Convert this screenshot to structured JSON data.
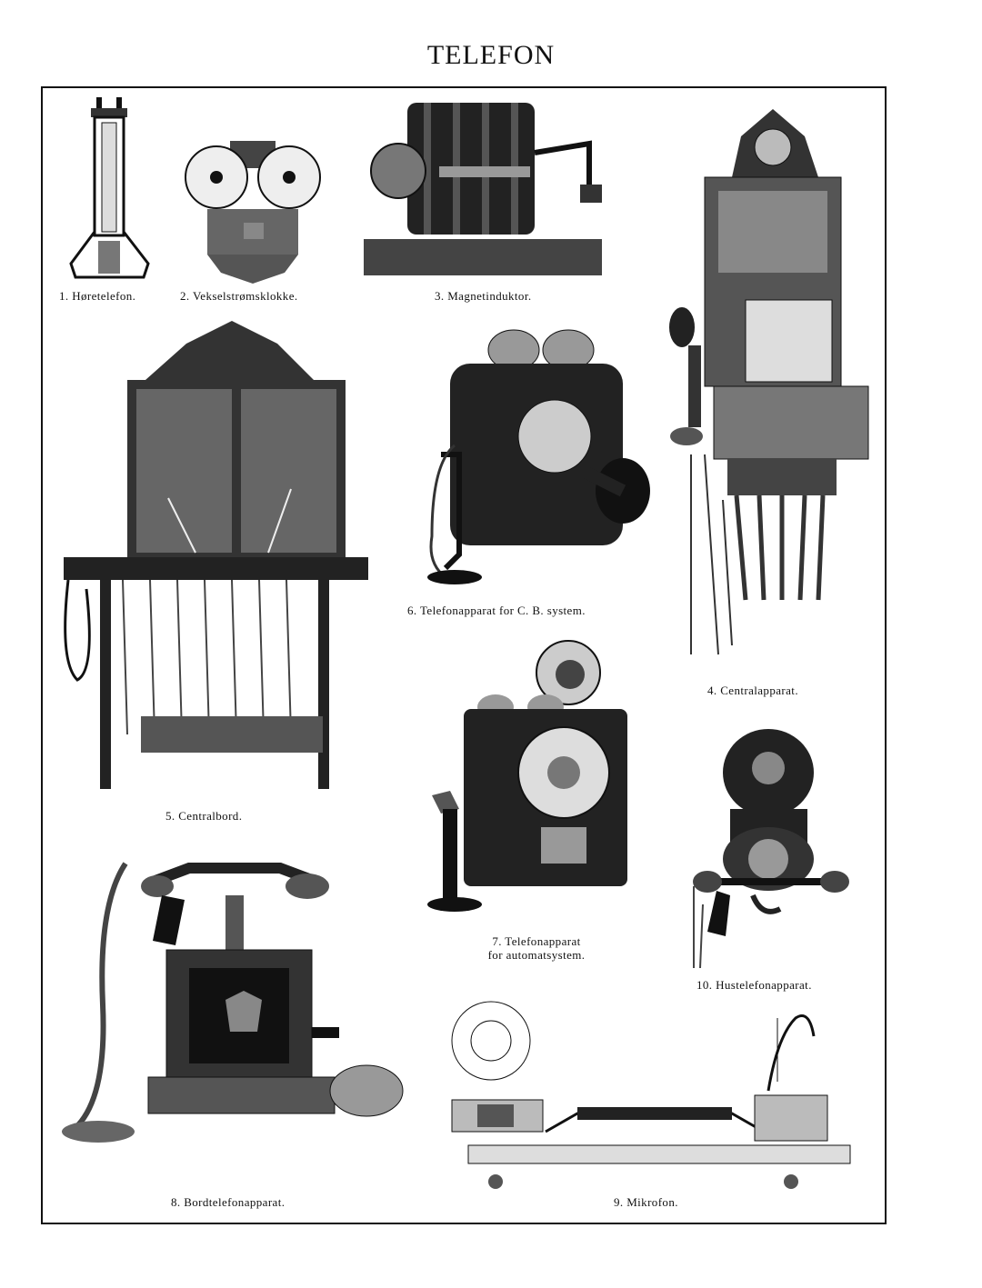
{
  "page": {
    "title": "TELEFON"
  },
  "figures": [
    {
      "id": "fig1",
      "caption": "1.  Høretelefon."
    },
    {
      "id": "fig2",
      "caption": "2. Vekselstrømsklokke."
    },
    {
      "id": "fig3",
      "caption": "3.  Magnetinduktor."
    },
    {
      "id": "fig4",
      "caption": "4.  Centralapparat."
    },
    {
      "id": "fig5",
      "caption": "5.  Centralbord."
    },
    {
      "id": "fig6",
      "caption": "6.  Telefonapparat for C. B. system."
    },
    {
      "id": "fig7",
      "caption_line1": "7.  Telefonapparat",
      "caption_line2": "for automatsystem."
    },
    {
      "id": "fig8",
      "caption": "8.  Bordtelefonapparat."
    },
    {
      "id": "fig9",
      "caption": "9.  Mikrofon."
    },
    {
      "id": "fig10",
      "caption": "10.  Hustelefonapparat."
    }
  ],
  "colors": {
    "ink": "#111111",
    "paper": "#ffffff",
    "shade": "#555555",
    "light": "#bbbbbb"
  }
}
